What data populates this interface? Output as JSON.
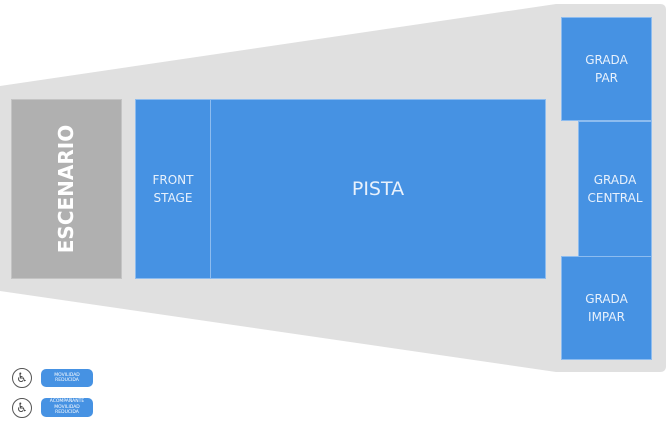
{
  "map": {
    "stage": "ESCENARIO",
    "zones": {
      "front_stage": "FRONT\nSTAGE",
      "pista": "PISTA",
      "grada_par": "GRADA\nPAR",
      "grada_central": "GRADA\nCENTRAL",
      "grada_impar": "GRADA\nIMPAR"
    },
    "colors": {
      "zone": "#4692e3",
      "stage": "#b0b0b0",
      "venue": "#e0e0e0"
    }
  },
  "legend": [
    {
      "icon": "wheelchair-icon",
      "label": "MOVILIDAD\nREDUCIDA"
    },
    {
      "icon": "wheelchair-icon",
      "label": "ACOMPAÑANTE\nMOVILIDAD\nREDUCIDA"
    }
  ]
}
